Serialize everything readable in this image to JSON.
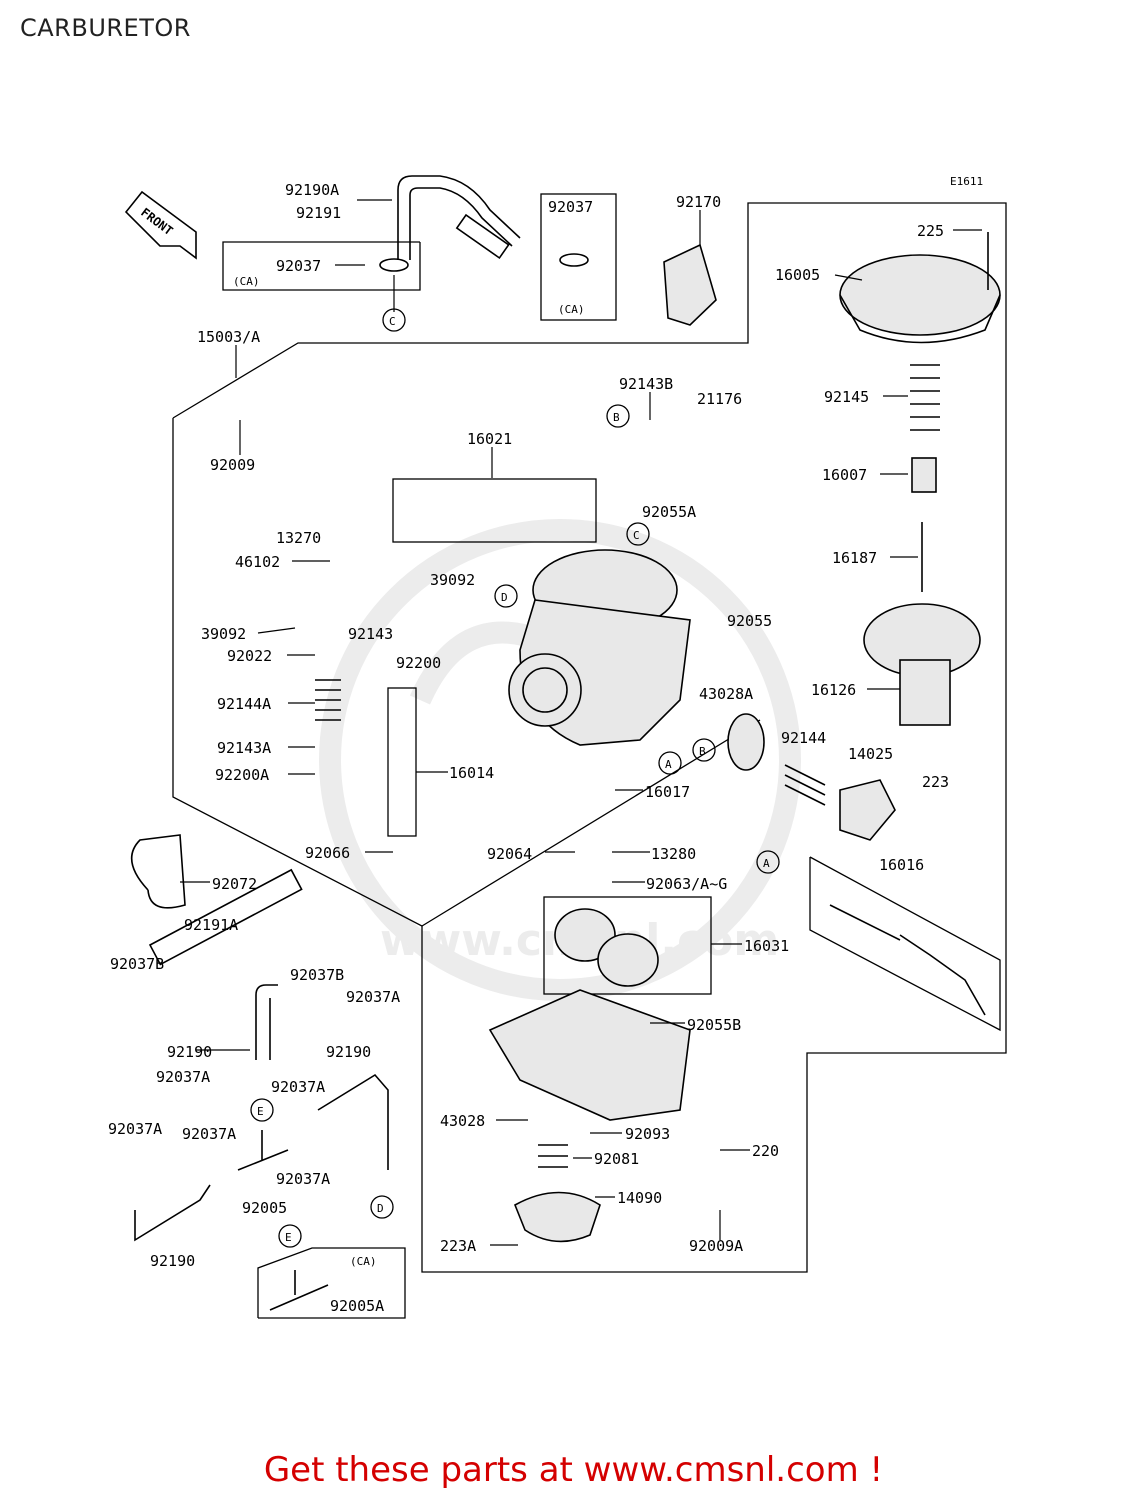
{
  "title": "CARBURETOR",
  "figure_code": "E1611",
  "direction_label": "FRONT",
  "variant_label": "(CA)",
  "footer": "Get these parts at www.cmsnl.com !",
  "watermark_text": "www.cmsnl.com",
  "callouts": [
    {
      "id": "A",
      "label": "A"
    },
    {
      "id": "B",
      "label": "B"
    },
    {
      "id": "C",
      "label": "C"
    },
    {
      "id": "D",
      "label": "D"
    },
    {
      "id": "E",
      "label": "E"
    }
  ],
  "parts": [
    {
      "label": "92190A"
    },
    {
      "label": "92191"
    },
    {
      "label": "92037"
    },
    {
      "label": "92037"
    },
    {
      "label": "92170"
    },
    {
      "label": "225"
    },
    {
      "label": "16005"
    },
    {
      "label": "15003/A"
    },
    {
      "label": "92143B"
    },
    {
      "label": "21176"
    },
    {
      "label": "92145"
    },
    {
      "label": "92009"
    },
    {
      "label": "16021"
    },
    {
      "label": "92055A"
    },
    {
      "label": "16007"
    },
    {
      "label": "13270"
    },
    {
      "label": "16187"
    },
    {
      "label": "46102"
    },
    {
      "label": "39092"
    },
    {
      "label": "39092"
    },
    {
      "label": "92143"
    },
    {
      "label": "92055"
    },
    {
      "label": "92022"
    },
    {
      "label": "92200"
    },
    {
      "label": "43028A"
    },
    {
      "label": "16126"
    },
    {
      "label": "92144A"
    },
    {
      "label": "92143A"
    },
    {
      "label": "92144"
    },
    {
      "label": "14025"
    },
    {
      "label": "92200A"
    },
    {
      "label": "16014"
    },
    {
      "label": "223"
    },
    {
      "label": "16017"
    },
    {
      "label": "92066"
    },
    {
      "label": "92064"
    },
    {
      "label": "13280"
    },
    {
      "label": "16016"
    },
    {
      "label": "92072"
    },
    {
      "label": "92063/A~G"
    },
    {
      "label": "92191A"
    },
    {
      "label": "16031"
    },
    {
      "label": "92037B"
    },
    {
      "label": "92037B"
    },
    {
      "label": "92037A"
    },
    {
      "label": "92190"
    },
    {
      "label": "92190"
    },
    {
      "label": "92055B"
    },
    {
      "label": "92037A"
    },
    {
      "label": "92037A"
    },
    {
      "label": "43028"
    },
    {
      "label": "92093"
    },
    {
      "label": "92037A"
    },
    {
      "label": "92037A"
    },
    {
      "label": "220"
    },
    {
      "label": "92081"
    },
    {
      "label": "92037A"
    },
    {
      "label": "92005"
    },
    {
      "label": "14090"
    },
    {
      "label": "92190"
    },
    {
      "label": "223A"
    },
    {
      "label": "92009A"
    },
    {
      "label": "92005A"
    }
  ]
}
